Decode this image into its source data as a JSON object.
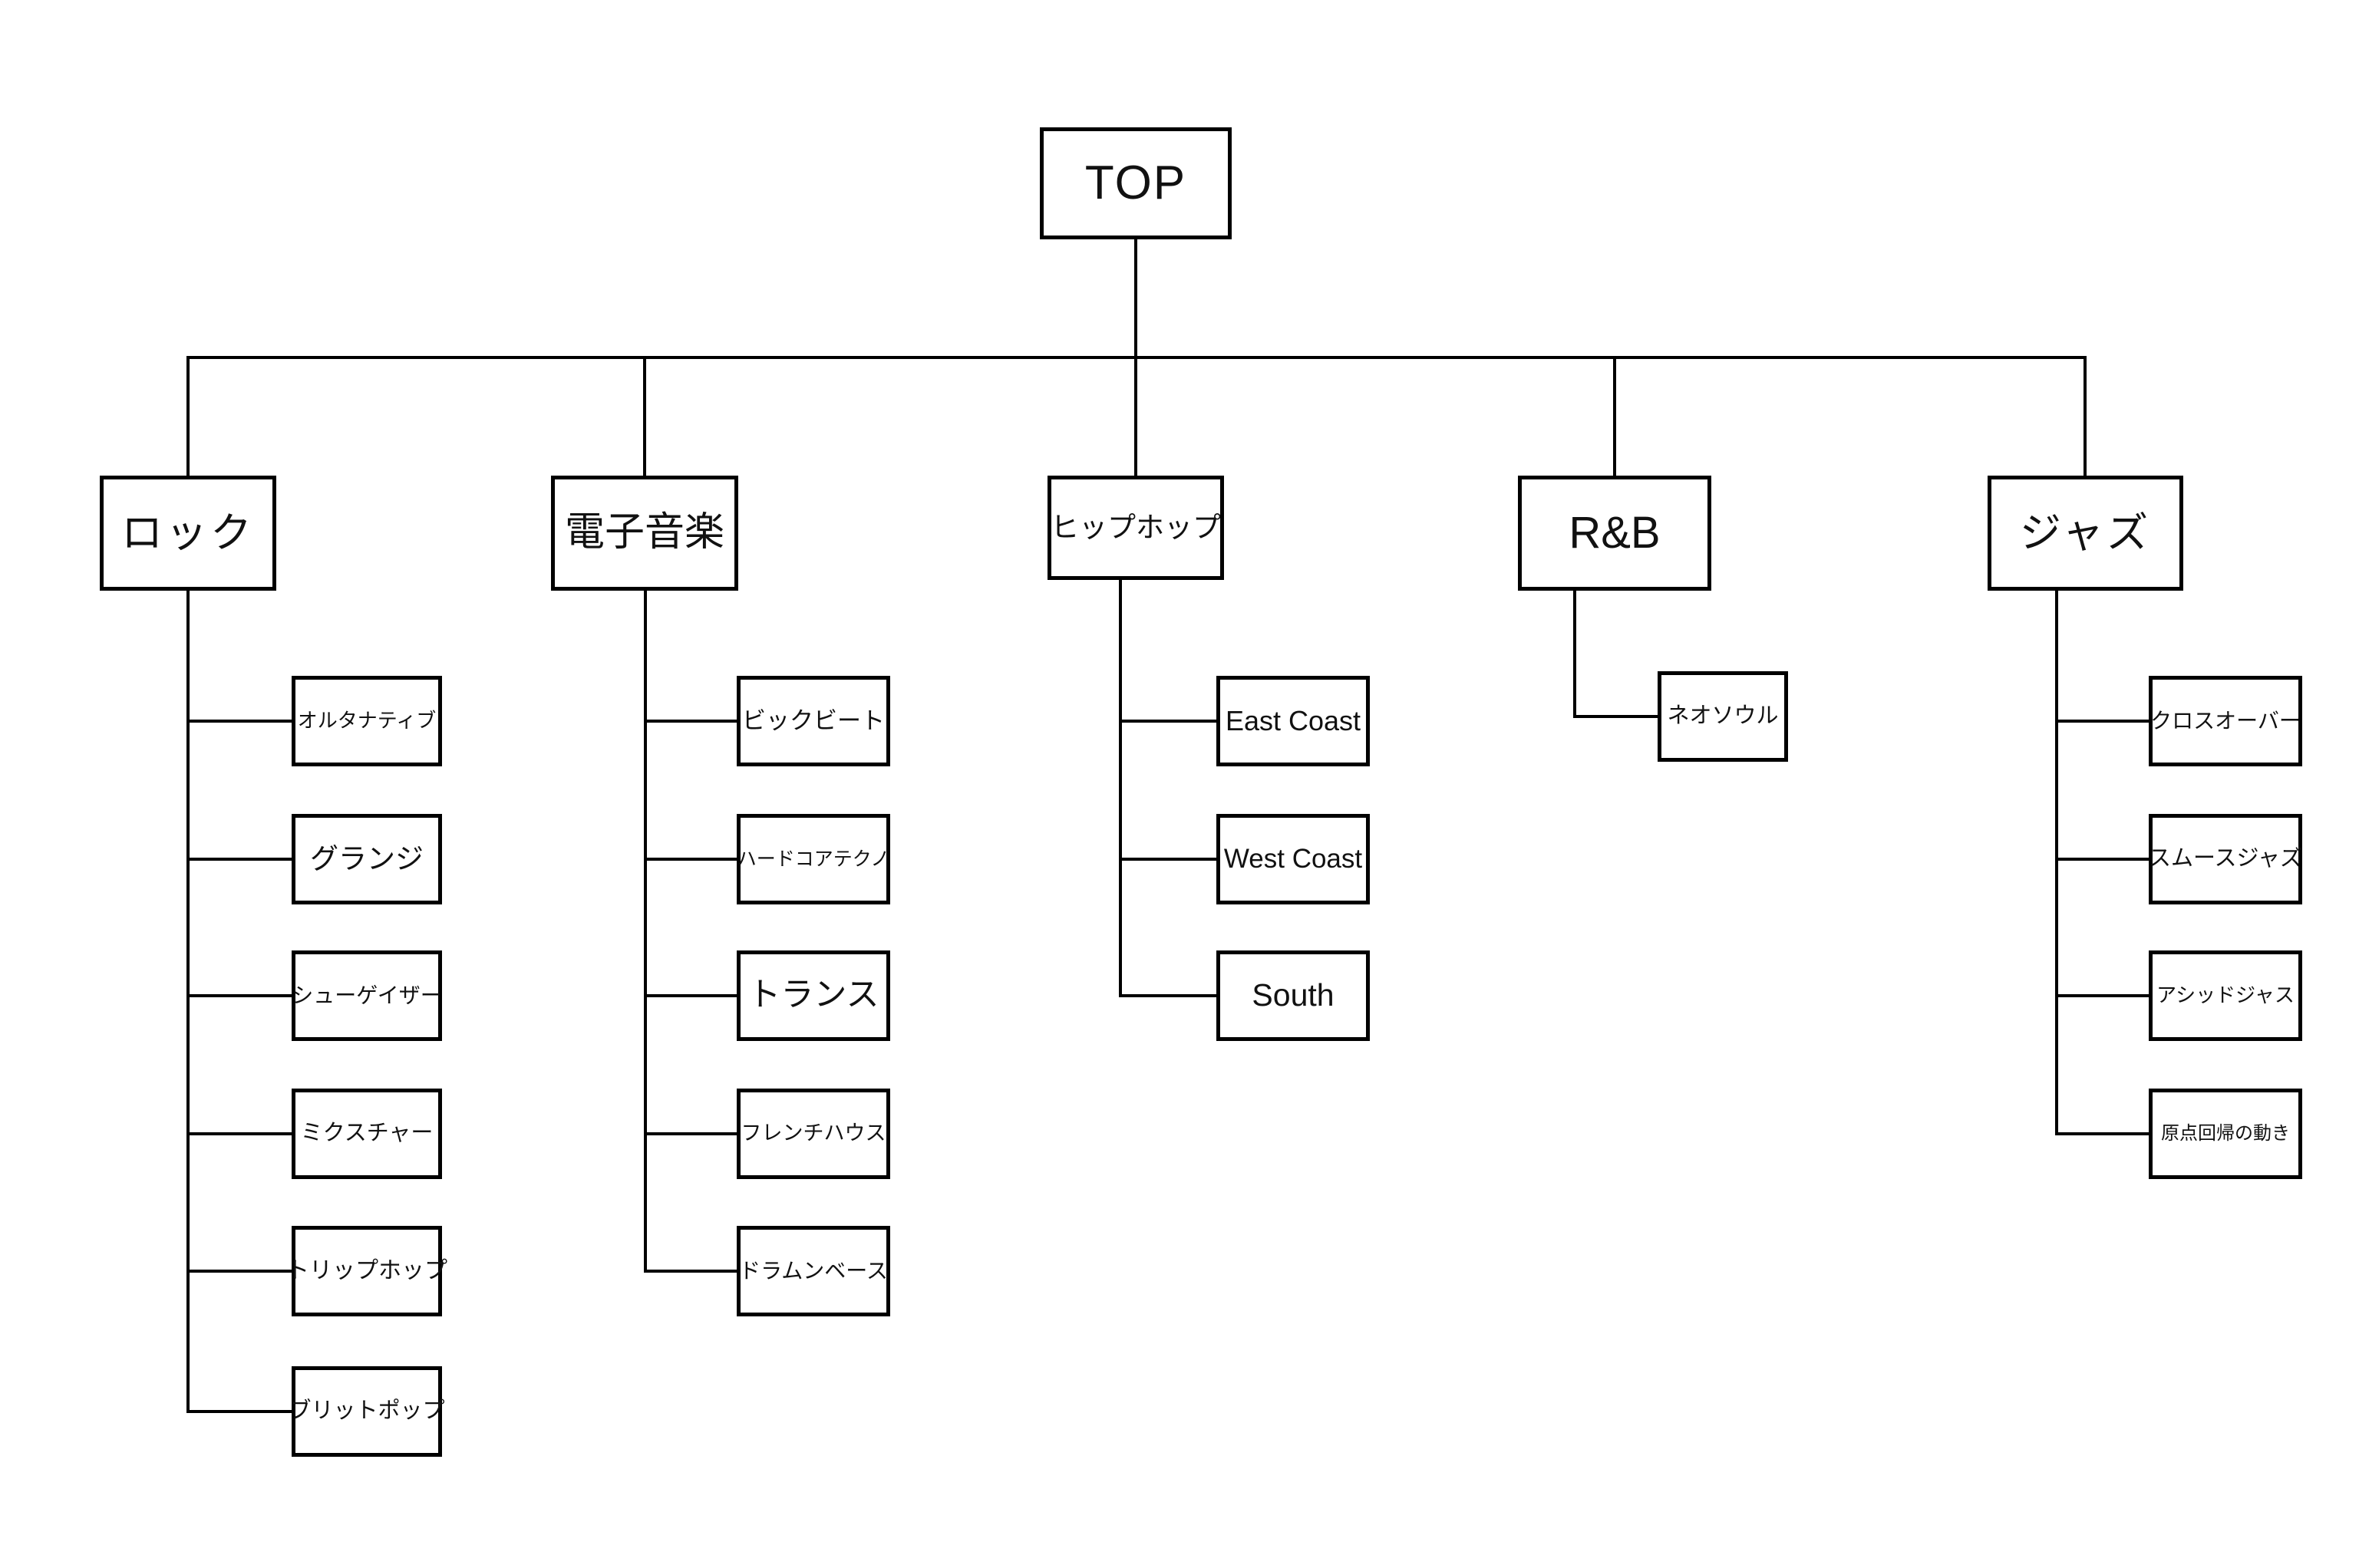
{
  "diagram": {
    "background_color": "#ffffff",
    "line_color": "#000000",
    "box_border_color": "#000000",
    "text_color": "#111111",
    "tree": {
      "label": "TOP",
      "children": [
        {
          "label": "ロック",
          "children": [
            {
              "label": "オルタナティブ"
            },
            {
              "label": "グランジ"
            },
            {
              "label": "シューゲイザー"
            },
            {
              "label": "ミクスチャー"
            },
            {
              "label": "トリップホップ"
            },
            {
              "label": "ブリットポップ"
            }
          ]
        },
        {
          "label": "電子音楽",
          "children": [
            {
              "label": "ビックビート"
            },
            {
              "label": "ハードコアテクノ"
            },
            {
              "label": "トランス"
            },
            {
              "label": "フレンチハウス"
            },
            {
              "label": "ドラムンベース"
            }
          ]
        },
        {
          "label": "ヒップホップ",
          "children": [
            {
              "label": "East Coast"
            },
            {
              "label": "West Coast"
            },
            {
              "label": "South"
            }
          ]
        },
        {
          "label": "R&B",
          "children": [
            {
              "label": "ネオソウル"
            }
          ]
        },
        {
          "label": "ジャズ",
          "children": [
            {
              "label": "クロスオーバー"
            },
            {
              "label": "スムースジャズ"
            },
            {
              "label": "アシッドジャス"
            },
            {
              "label": "原点回帰の動き"
            }
          ]
        }
      ]
    }
  }
}
